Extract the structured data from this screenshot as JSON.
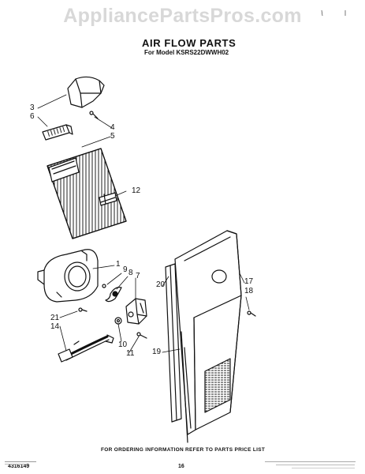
{
  "watermark": "AppliancePartsPros.com",
  "header": {
    "title": "AIR FLOW PARTS",
    "subtitle": "For Model KSRS22DWWH02"
  },
  "callouts": [
    "1",
    "3",
    "4",
    "5",
    "6",
    "7",
    "8",
    "9",
    "10",
    "11",
    "12",
    "14",
    "17",
    "18",
    "19",
    "20",
    "21"
  ],
  "footer": {
    "ordering_note": "FOR ORDERING INFORMATION REFER TO PARTS PRICE LIST",
    "document_number": "4316149",
    "page_number": "16"
  }
}
